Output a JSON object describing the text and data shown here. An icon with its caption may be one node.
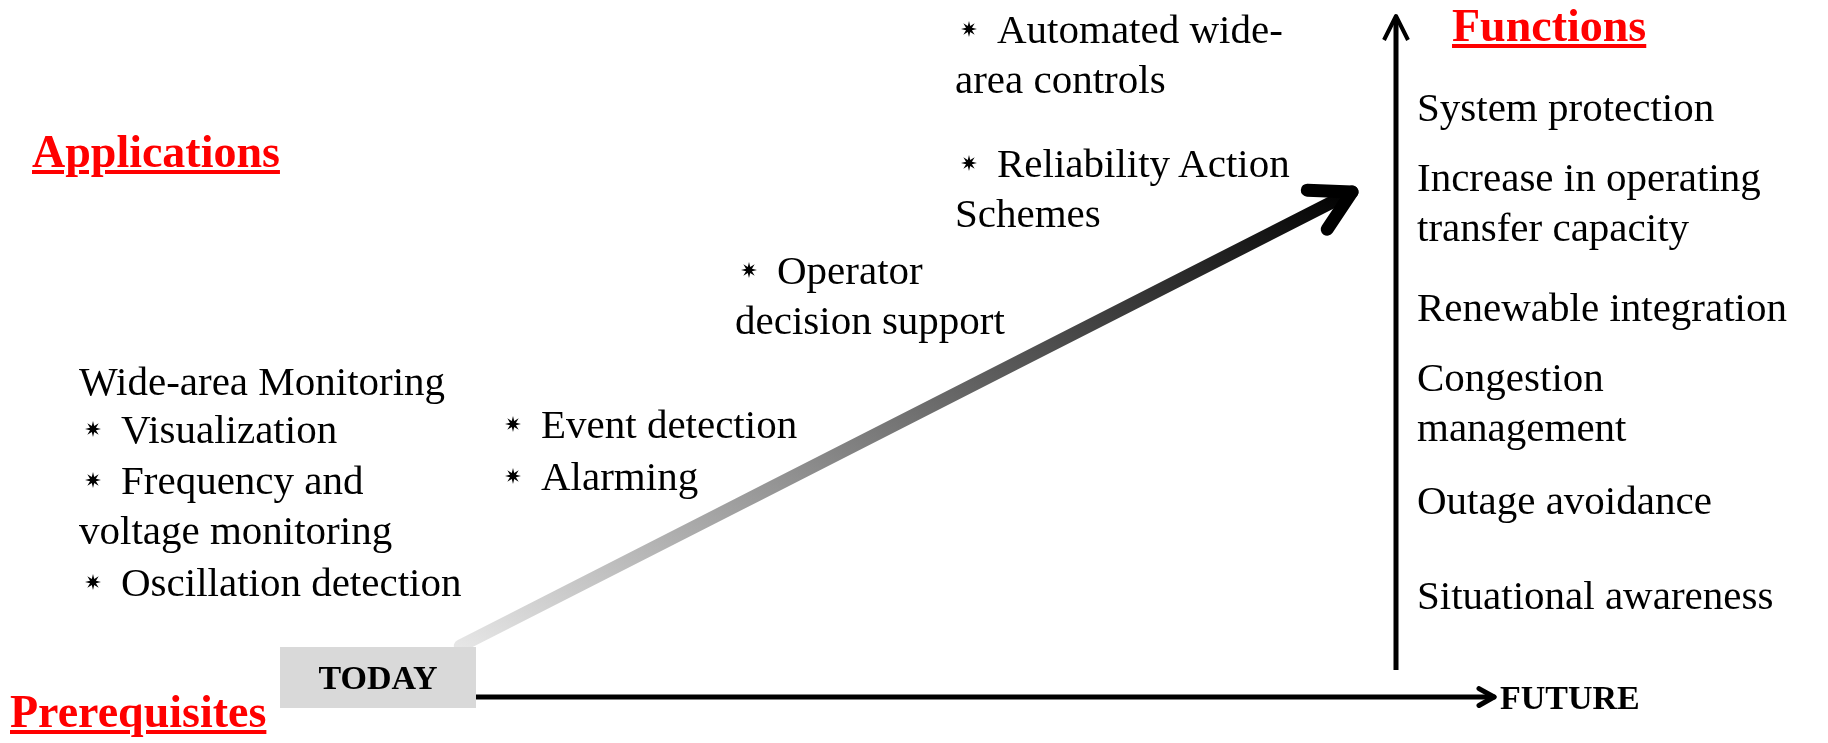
{
  "diagram": {
    "nodes": [
      {
        "text": [
          "TODAY"
        ]
      },
      {
        "text": [
          "FUTURE"
        ]
      }
    ],
    "edges": [
      {
        "from": 0,
        "to": 1,
        "arrow": "to"
      },
      {
        "from": 0,
        "to": null,
        "arrow": "to",
        "style": "thick"
      }
    ],
    "labels": [
      "Functions",
      "Automated wide-area controls",
      "Reliability Action Schemes",
      "System protection",
      "Applications",
      "Increase in operating transfer capacity",
      "Operator decision support",
      "Renewable integration",
      "Wide-area Monitoring",
      "Congestion management",
      "Visualization",
      "Event detection",
      "Alarming",
      "Frequency and voltage monitoring",
      "Outage avoidance",
      "Oscillation detection",
      "Situational awareness",
      "Prerequisites"
    ]
  }
}
